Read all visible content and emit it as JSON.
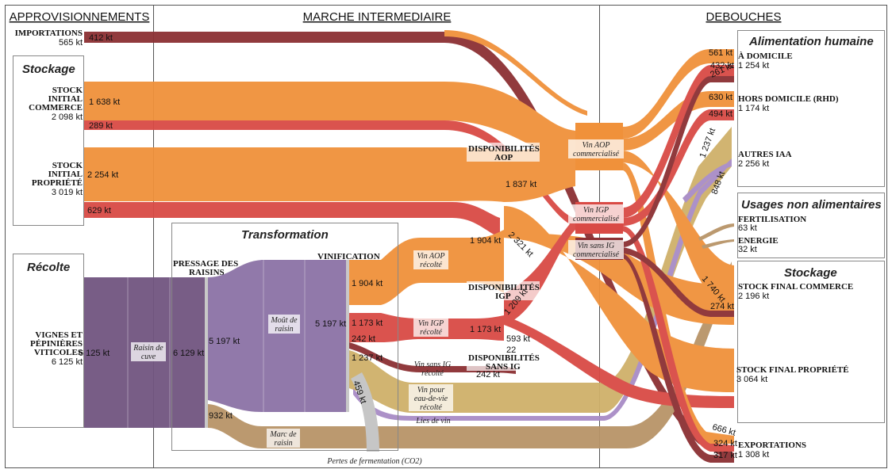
{
  "sections": {
    "approvisionnements": "APPROVISIONNEMENTS",
    "marche": "MARCHE INTERMEDIAIRE",
    "debouches": "DEBOUCHES"
  },
  "boxes": {
    "stockage_left": "Stockage",
    "recolte": "Récolte",
    "transformation": "Transformation",
    "alimentation": "Alimentation humaine",
    "usages": "Usages non alimentaires",
    "stockage_right": "Stockage"
  },
  "nodes": {
    "importations": {
      "label": "IMPORTATIONS",
      "value": "565 kt"
    },
    "stock_commerce": {
      "l1": "STOCK",
      "l2": "INITIAL",
      "l3": "COMMERCE",
      "value": "2 098 kt"
    },
    "stock_propriete": {
      "l1": "STOCK",
      "l2": "INITIAL",
      "l3": "PROPRIÉTÉ",
      "value": "3 019 kt"
    },
    "vignes": {
      "l1": "VIGNES ET",
      "l2": "PÉPINIÈRES",
      "l3": "VITICOLES",
      "value": "6 125 kt"
    },
    "pressage": {
      "l1": "PRESSAGE DES",
      "l2": "RAISINS"
    },
    "vinification": {
      "label": "VINIFICATION"
    },
    "dispo_aop": {
      "l1": "DISPONIBILITÉS",
      "l2": "AOP"
    },
    "dispo_igp": {
      "l1": "DISPONIBILITÉS",
      "l2": "IGP"
    },
    "dispo_sans": {
      "l1": "DISPONIBILITÉS",
      "l2": "SANS IG"
    },
    "a_domicile": {
      "label": "À DOMICILE",
      "value": "1 254 kt"
    },
    "hors_domicile": {
      "label": "HORS DOMICILE (RHD)",
      "value": "1 174 kt"
    },
    "autres_iaa": {
      "label": "AUTRES IAA",
      "value": "2 256 kt"
    },
    "fertilisation": {
      "label": "FERTILISATION",
      "value": "63 kt"
    },
    "energie": {
      "label": "ENERGIE",
      "value": "32 kt"
    },
    "stock_final_commerce": {
      "label": "STOCK FINAL COMMERCE",
      "value": "2 196 kt"
    },
    "stock_final_propriete": {
      "label": "STOCK FINAL PROPRIÉTÉ",
      "value": "3 064 kt"
    },
    "exportations": {
      "label": "EXPORTATIONS",
      "value": "1 308 kt"
    }
  },
  "tags": {
    "raisins_cuve": {
      "l1": "Raisin de",
      "l2": "cuve"
    },
    "mout": {
      "l1": "Moût de",
      "l2": "raisin"
    },
    "vin_aop_recolte": {
      "l1": "Vin AOP",
      "l2": "récolté"
    },
    "vin_igp_recolte": {
      "l1": "Vin IGP",
      "l2": "récolté"
    },
    "vin_sans_ig_recolte": {
      "l1": "Vin sans IG",
      "l2": "récolté"
    },
    "vin_eau_de_vie": {
      "l1": "Vin pour",
      "l2": "eau-de-vie",
      "l3": "récolté"
    },
    "lies": "Lies de vin",
    "marc": {
      "l1": "Marc de",
      "l2": "raisin"
    },
    "pertes": "Pertes de fermentation (CO2)",
    "vin_aop_comm": {
      "l1": "Vin AOP",
      "l2": "commercialisé"
    },
    "vin_igp_comm": {
      "l1": "Vin IGP",
      "l2": "commercialisé"
    },
    "vin_sans_comm": {
      "l1": "Vin sans IG",
      "l2": "commercialisé"
    }
  },
  "flow_values": {
    "import_412": "412 kt",
    "commerce_1638": "1 638 kt",
    "commerce_289": "289 kt",
    "propriete_2254": "2 254 kt",
    "propriete_629": "629 kt",
    "vignes_6125": "6 125 kt",
    "raisin_6129": "6 129 kt",
    "mout_5197a": "5 197 kt",
    "mout_5197b": "5 197 kt",
    "marc_932": "932 kt",
    "aop_1904a": "1 904 kt",
    "aop_1904b": "1 904 kt",
    "igp_1173a": "1 173 kt",
    "igp_1173b": "1 173 kt",
    "sans_242a": "242 kt",
    "sans_242b": "242 kt",
    "edv_1237": "1 237 kt",
    "co2_459": "459 kt",
    "aop_1837": "1 837 kt",
    "aop_2321": "2 321 kt",
    "igp_1209": "1 209 kt",
    "igp_593": "593 kt",
    "small_22": "22",
    "dom_561": "561 kt",
    "dom_432": "432 kt",
    "dom_261": "261 kt",
    "rhd_630": "630 kt",
    "rhd_494": "494 kt",
    "iaa_1237": "1 237 kt",
    "iaa_848": "848 kt",
    "sfc_1740": "1 740 kt",
    "sfc_274": "274 kt",
    "exp_666": "666 kt",
    "exp_324": "324 kt",
    "exp_317": "317 kt"
  },
  "colors": {
    "aop": "#f0913a",
    "igp": "#d94a45",
    "sans_ig": "#8c3033",
    "raisin": "#715580",
    "mout": "#8c72a6",
    "eau_de_vie": "#cfb06a",
    "marc": "#b89468",
    "pertes": "#c4c4c4",
    "lies": "#a88cc6"
  }
}
